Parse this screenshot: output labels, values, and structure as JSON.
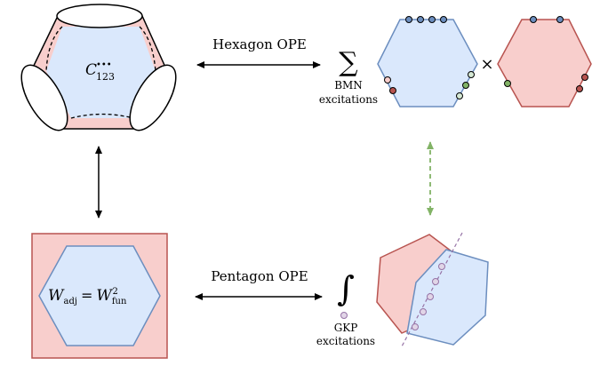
{
  "hexagon_ope": {
    "label": "Hexagon OPE",
    "sum_symbol": "∑",
    "sum_sub_1": "BMN",
    "sum_sub_2": "excitations",
    "times": "×"
  },
  "pentagon_ope": {
    "label": "Pentagon OPE",
    "integral_symbol": "∫",
    "int_sub_1": "GKP",
    "int_sub_2": "excitations"
  },
  "pants": {
    "label_C": "C",
    "label_sub": "123",
    "dots": "•••"
  },
  "wilson": {
    "W": "W",
    "adj": "adj",
    "eq": "=",
    "W2": "W",
    "fun": "fun",
    "sq": "2"
  },
  "colors": {
    "blue_fill": "#dae8fc",
    "blue_stroke": "#6c8ebf",
    "red_fill": "#f8cecc",
    "red_stroke": "#b85450",
    "green": "#82b366",
    "purple": "#9673a6",
    "purple_fill": "#e1d5e7"
  }
}
